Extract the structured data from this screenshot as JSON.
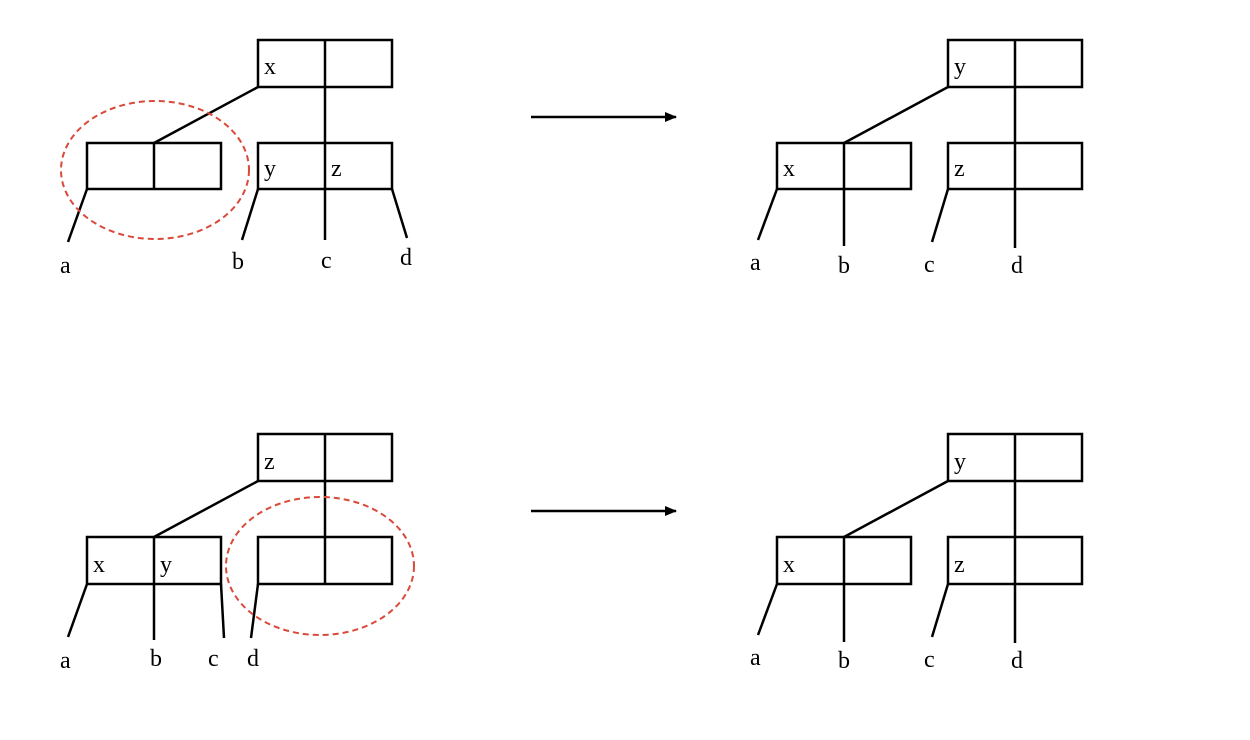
{
  "colors": {
    "line": "#000000",
    "highlight": "#d94a3a",
    "background": "#ffffff"
  },
  "transformations": [
    {
      "before": {
        "root_keys": [
          "x",
          ""
        ],
        "left_node_keys": [
          "",
          ""
        ],
        "right_node_keys": [
          "y",
          "z"
        ],
        "subtrees": [
          "a",
          "b",
          "c",
          "d"
        ],
        "highlighted_node": "left"
      },
      "after": {
        "root_keys": [
          "y",
          ""
        ],
        "left_node_keys": [
          "x",
          ""
        ],
        "right_node_keys": [
          "z",
          ""
        ],
        "subtrees": [
          "a",
          "b",
          "c",
          "d"
        ]
      }
    },
    {
      "before": {
        "root_keys": [
          "z",
          ""
        ],
        "left_node_keys": [
          "x",
          "y"
        ],
        "right_node_keys": [
          "",
          ""
        ],
        "subtrees": [
          "a",
          "b",
          "c",
          "d"
        ],
        "highlighted_node": "right"
      },
      "after": {
        "root_keys": [
          "y",
          ""
        ],
        "left_node_keys": [
          "x",
          ""
        ],
        "right_node_keys": [
          "z",
          ""
        ],
        "subtrees": [
          "a",
          "b",
          "c",
          "d"
        ]
      }
    }
  ]
}
